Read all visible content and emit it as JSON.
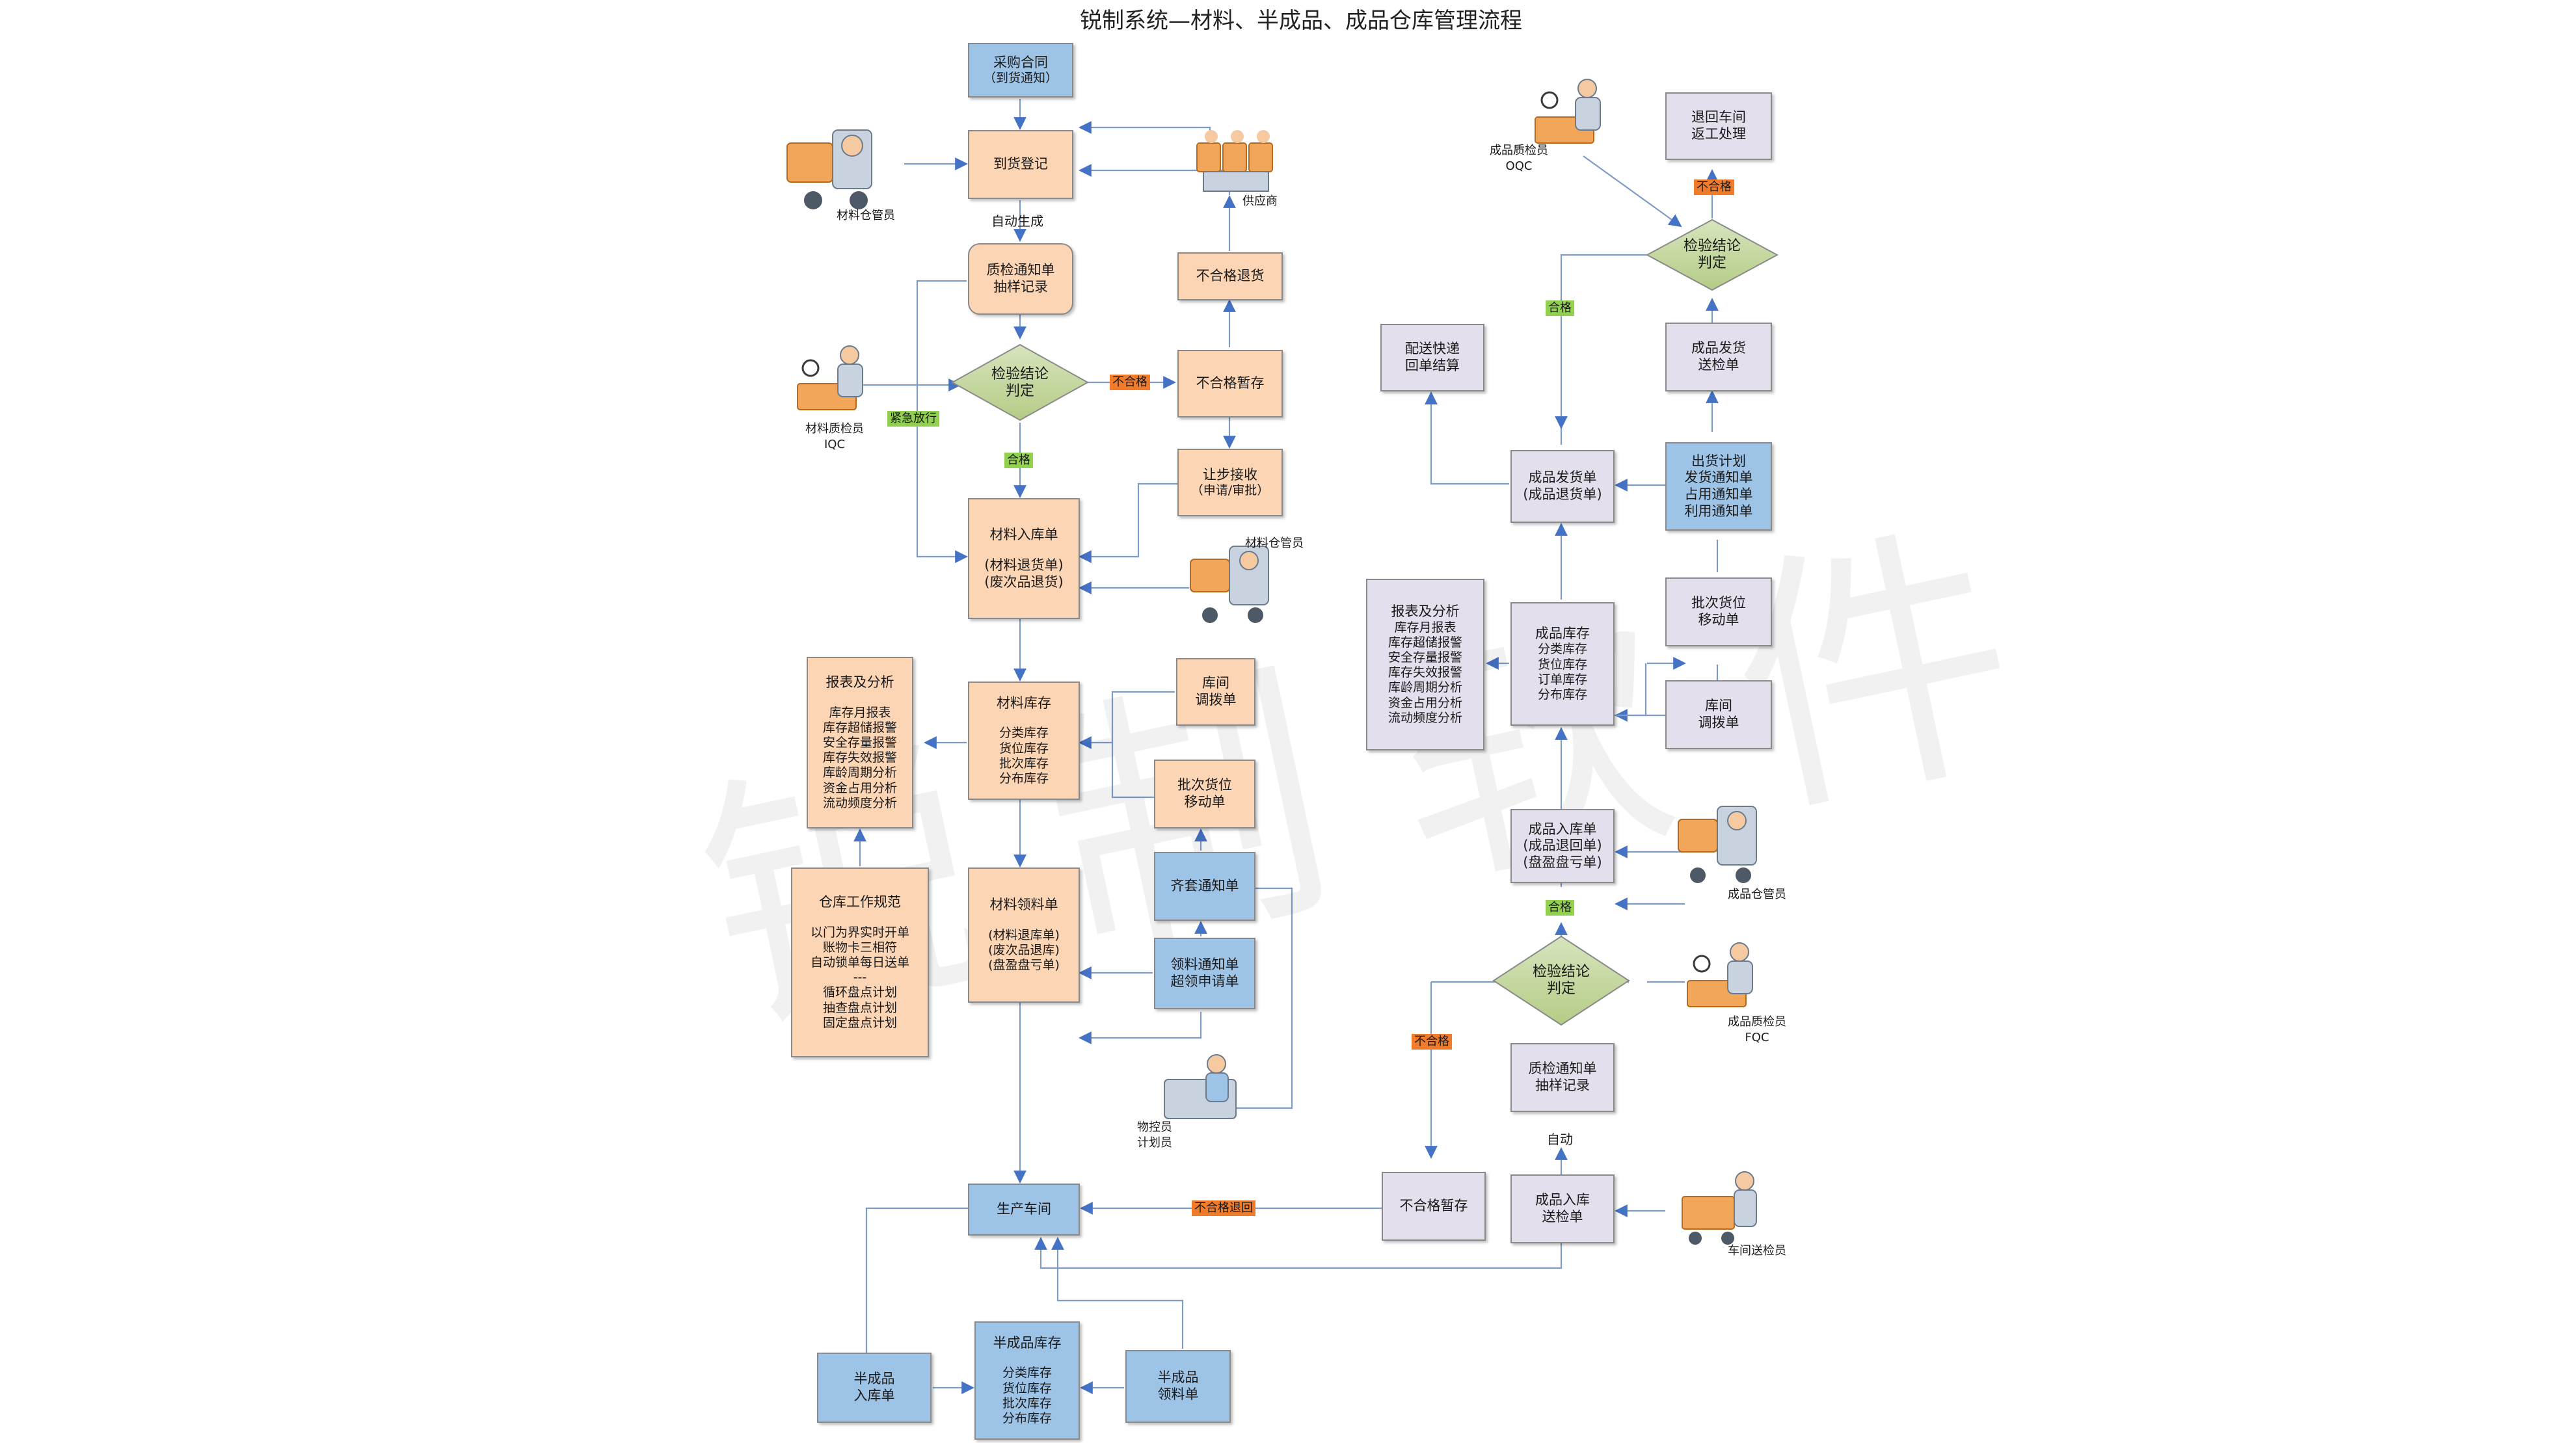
{
  "title": "锐制系统—材料、半成品、成品仓库管理流程",
  "watermark": "锐制软件",
  "colors": {
    "orange_box": "#fcd5b5",
    "blue_box": "#9dc3e6",
    "purple_box": "#e4dfec",
    "diamond": "#c3d69b",
    "arrow": "#4472c4",
    "green_tag": "#92d050",
    "red_tag": "#f07b2b"
  },
  "material": {
    "purchase": {
      "line1": "采购合同",
      "line2": "（到货通知）"
    },
    "arrival": "到货登记",
    "auto_generate": "自动生成",
    "qc_notice": {
      "line1": "质检通知单",
      "line2": "抽样记录"
    },
    "inspect": {
      "line1": "检验结论",
      "line2": "判定"
    },
    "reject_hold": "不合格暂存",
    "reject_return": "不合格退货",
    "concession": {
      "line1": "让步接收",
      "line2": "（申请/审批）"
    },
    "inbound": {
      "line1": "材料入库单",
      "line2": "(材料退货单)",
      "line3": "(废次品退货)"
    },
    "inventory": {
      "title": "材料库存",
      "items": [
        "分类库存",
        "货位库存",
        "批次库存",
        "分布库存"
      ]
    },
    "transfer": {
      "line1": "库间",
      "line2": "调拨单"
    },
    "batch_move": {
      "line1": "批次货位",
      "line2": "移动单"
    },
    "kit_notice": "齐套通知单",
    "pick_notice": {
      "line1": "领料通知单",
      "line2": "超领申请单"
    },
    "pick": {
      "title": "材料领料单",
      "items": [
        "(材料退库单)",
        "(废次品退库)",
        "(盘盈盘亏单)"
      ]
    },
    "report": {
      "title": "报表及分析",
      "items": [
        "库存月报表",
        "库存超储报警",
        "安全存量报警",
        "库存失效报警",
        "库龄周期分析",
        "资金占用分析",
        "流动频度分析"
      ]
    },
    "rules": {
      "title": "仓库工作规范",
      "items": [
        "以门为界实时开单",
        "账物卡三相符",
        "自动锁单每日送单",
        "---",
        "循环盘点计划",
        "抽查盘点计划",
        "固定盘点计划"
      ]
    }
  },
  "semi": {
    "workshop": "生产车间",
    "inbound": {
      "line1": "半成品",
      "line2": "入库单"
    },
    "inventory": {
      "title": "半成品库存",
      "items": [
        "分类库存",
        "货位库存",
        "批次库存",
        "分布库存"
      ]
    },
    "pick": {
      "line1": "半成品",
      "line2": "领料单"
    }
  },
  "finished": {
    "rework": {
      "line1": "退回车间",
      "line2": "返工处理"
    },
    "out_inspect": {
      "line1": "检验结论",
      "line2": "判定"
    },
    "delivery_check": {
      "line1": "成品发货",
      "line2": "送检单"
    },
    "shipping_plan": {
      "items": [
        "出货计划",
        "发货通知单",
        "占用通知单",
        "利用通知单"
      ]
    },
    "delivery": {
      "line1": "成品发货单",
      "line2": "(成品退货单)"
    },
    "courier": {
      "line1": "配送快递",
      "line2": "回单结算"
    },
    "report": {
      "title": "报表及分析",
      "items": [
        "库存月报表",
        "库存超储报警",
        "安全存量报警",
        "库存失效报警",
        "库龄周期分析",
        "资金占用分析",
        "流动频度分析"
      ]
    },
    "inventory": {
      "title": "成品库存",
      "items": [
        "分类库存",
        "货位库存",
        "订单库存",
        "分布库存"
      ]
    },
    "batch_move": {
      "line1": "批次货位",
      "line2": "移动单"
    },
    "transfer": {
      "line1": "库间",
      "line2": "调拨单"
    },
    "inbound": {
      "line1": "成品入库单",
      "line2": "(成品退回单)",
      "line3": "(盘盈盘亏单)"
    },
    "in_inspect": {
      "line1": "检验结论",
      "line2": "判定"
    },
    "qc_notice": {
      "line1": "质检通知单",
      "line2": "抽样记录"
    },
    "auto": "自动",
    "reject_hold": "不合格暂存",
    "submit_check": {
      "line1": "成品入库",
      "line2": "送检单"
    }
  },
  "tags": {
    "reject": "不合格",
    "pass": "合格",
    "urgent_release": "紧急放行",
    "reject_return_workshop": "不合格退回"
  },
  "people": {
    "material_keeper": "材料仓管员",
    "supplier": "供应商",
    "iqc": {
      "line1": "材料质检员",
      "line2": "IQC"
    },
    "material_keeper2": "材料仓管员",
    "planner": {
      "line1": "物控员",
      "line2": "计划员"
    },
    "oqc": {
      "line1": "成品质检员",
      "line2": "OQC"
    },
    "finished_keeper": "成品仓管员",
    "fqc": {
      "line1": "成品质检员",
      "line2": "FQC"
    },
    "submitter": "车间送检员"
  }
}
